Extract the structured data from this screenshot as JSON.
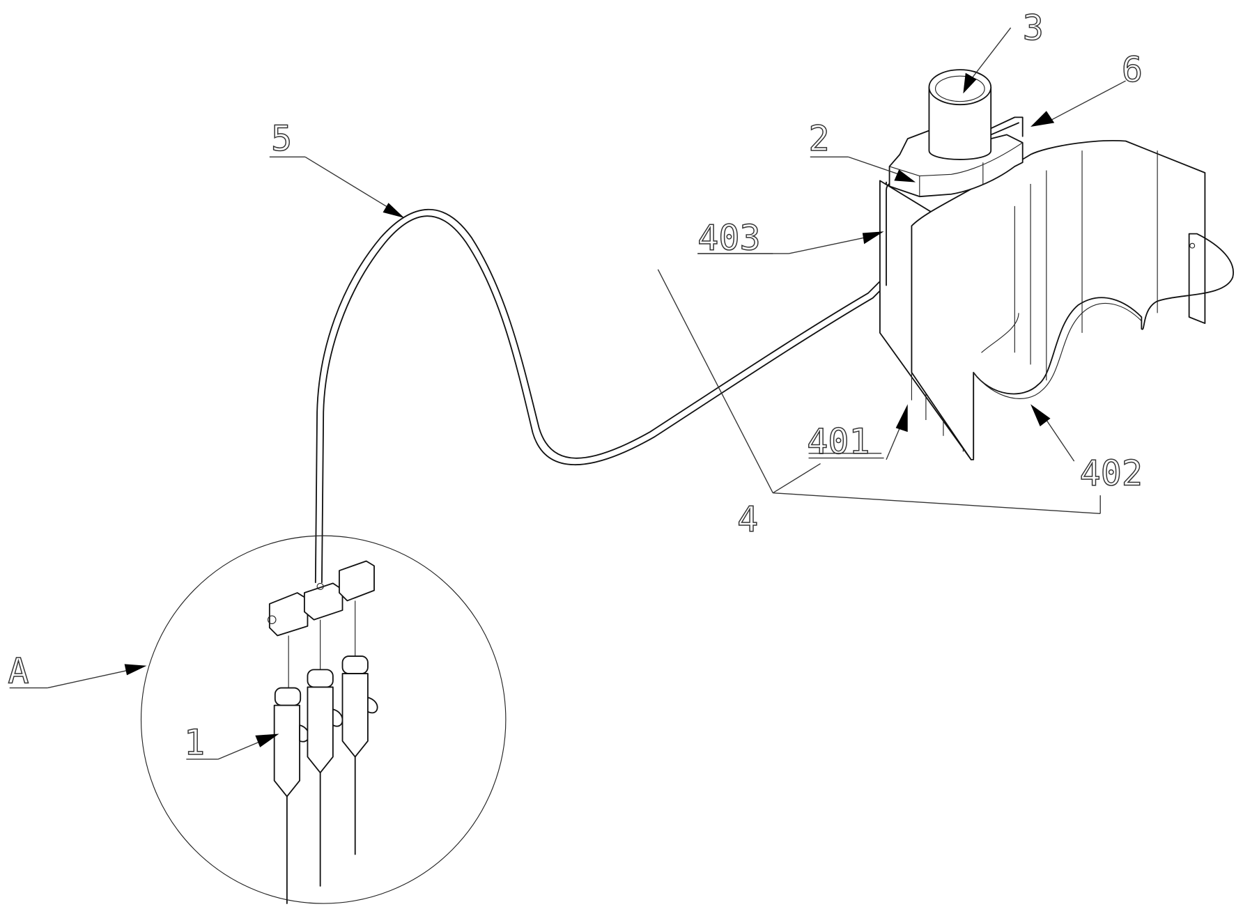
{
  "figure": {
    "labels": {
      "part_1": "1",
      "part_2": "2",
      "part_3": "3",
      "part_4": "4",
      "part_5": "5",
      "part_6": "6",
      "part_401": "401",
      "part_402": "402",
      "part_403": "403",
      "detail_A": "A"
    },
    "line_color": "#111111",
    "background": "#ffffff"
  }
}
